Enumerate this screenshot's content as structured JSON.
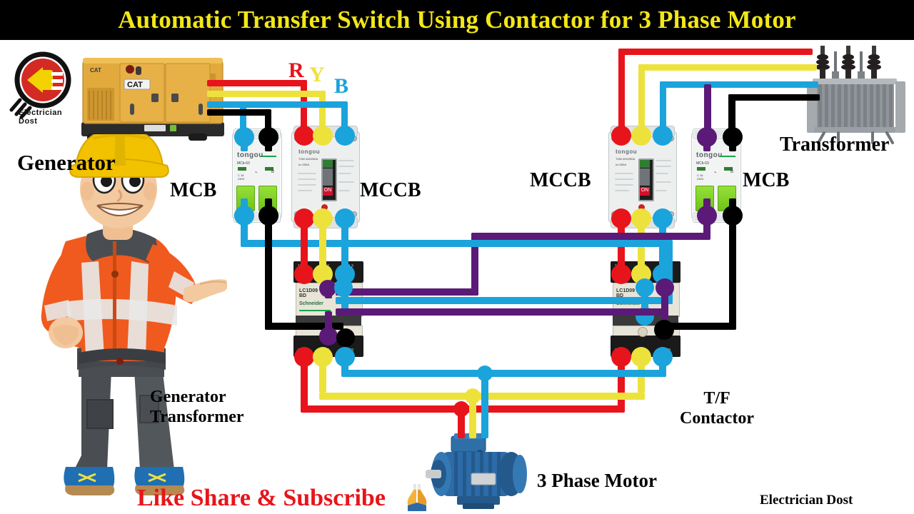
{
  "title": "Automatic Transfer Switch Using Contactor for 3 Phase Motor",
  "colors": {
    "title_bg": "#000000",
    "title_text": "#F2E718",
    "phase_r": "#E8141B",
    "phase_y": "#EDE23C",
    "phase_b": "#1BA3DC",
    "neutral_black": "#000000",
    "control_purple": "#5B1A78",
    "label_black": "#000000",
    "cta_red": "#E8141B"
  },
  "logo": {
    "brand": "Electrician Dost",
    "ring_color": "#1a1a1a",
    "disc_color": "#D32B24",
    "plug_color": "#F2D200"
  },
  "phases": [
    {
      "letter": "R",
      "color": "#E8141B"
    },
    {
      "letter": "Y",
      "color": "#EDE23C"
    },
    {
      "letter": "B",
      "color": "#1BA3DC"
    }
  ],
  "labels": {
    "generator": "Generator",
    "mcb_left": "MCB",
    "mccb_left": "MCCB",
    "mccb_right": "MCCB",
    "mcb_right": "MCB",
    "transformer": "Transformer",
    "generator_contactor": "Generator\nTransformer",
    "tf_contactor": "T/F\nContactor",
    "motor": "3 Phase Motor",
    "cta": "Like Share & Subscribe",
    "watermark": "Electrician Dost"
  },
  "devices": {
    "generator": {
      "name": "Generator",
      "brand": "CAT",
      "body_color": "#E2A93C"
    },
    "transformer": {
      "name": "Transformer",
      "body_color": "#9aa0a5"
    },
    "motor": {
      "name": "3 Phase Motor",
      "body_color": "#2C6BA8"
    },
    "mcb_left": {
      "type": "MCB",
      "brand": "tongou",
      "model": "MCb-63",
      "poles": 2,
      "toggle_color": "#7ED321"
    },
    "mcb_right": {
      "type": "MCB",
      "brand": "tongou",
      "model": "MCb-63",
      "poles": 2,
      "toggle_color": "#7ED321"
    },
    "mccb_left": {
      "type": "MCCB",
      "brand": "tongou",
      "model": "TGM 400/250A",
      "poles": 3,
      "state": "ON"
    },
    "mccb_right": {
      "type": "MCCB",
      "brand": "tongou",
      "model": "TGM 400/250A",
      "poles": 3,
      "state": "ON"
    },
    "contactor_left": {
      "type": "Contactor",
      "brand": "Schneider",
      "model": "LC1D09",
      "coil": "BD"
    },
    "contactor_right": {
      "type": "Contactor",
      "brand": "Schneider",
      "model": "LC1D09",
      "coil": "BD"
    }
  },
  "worker": {
    "helmet_color": "#F2C200",
    "jacket_color": "#F05A1E",
    "trouser_color": "#4A4E52",
    "shoe_color": "#1F6FB2"
  }
}
